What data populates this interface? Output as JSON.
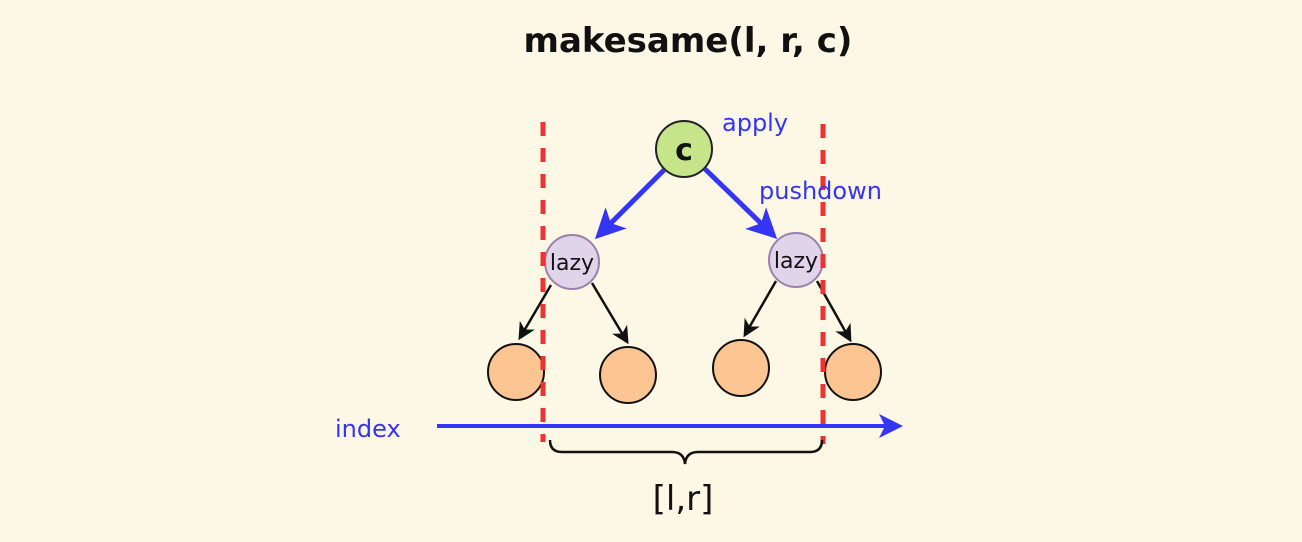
{
  "title": "makesame(l, r, c)",
  "root_label": "c",
  "apply_label": "apply",
  "pushdown_label": "pushdown",
  "lazy_left_label": "lazy",
  "lazy_right_label": "lazy",
  "index_label": "index",
  "range_label": "[l,r]",
  "colors": {
    "background": "#fdf7e6",
    "root": "#c6e58a",
    "lazy": "#e0d4ea",
    "leaf": "#fcc592",
    "accent": "#3535f5",
    "boundary": "#ee3333"
  }
}
